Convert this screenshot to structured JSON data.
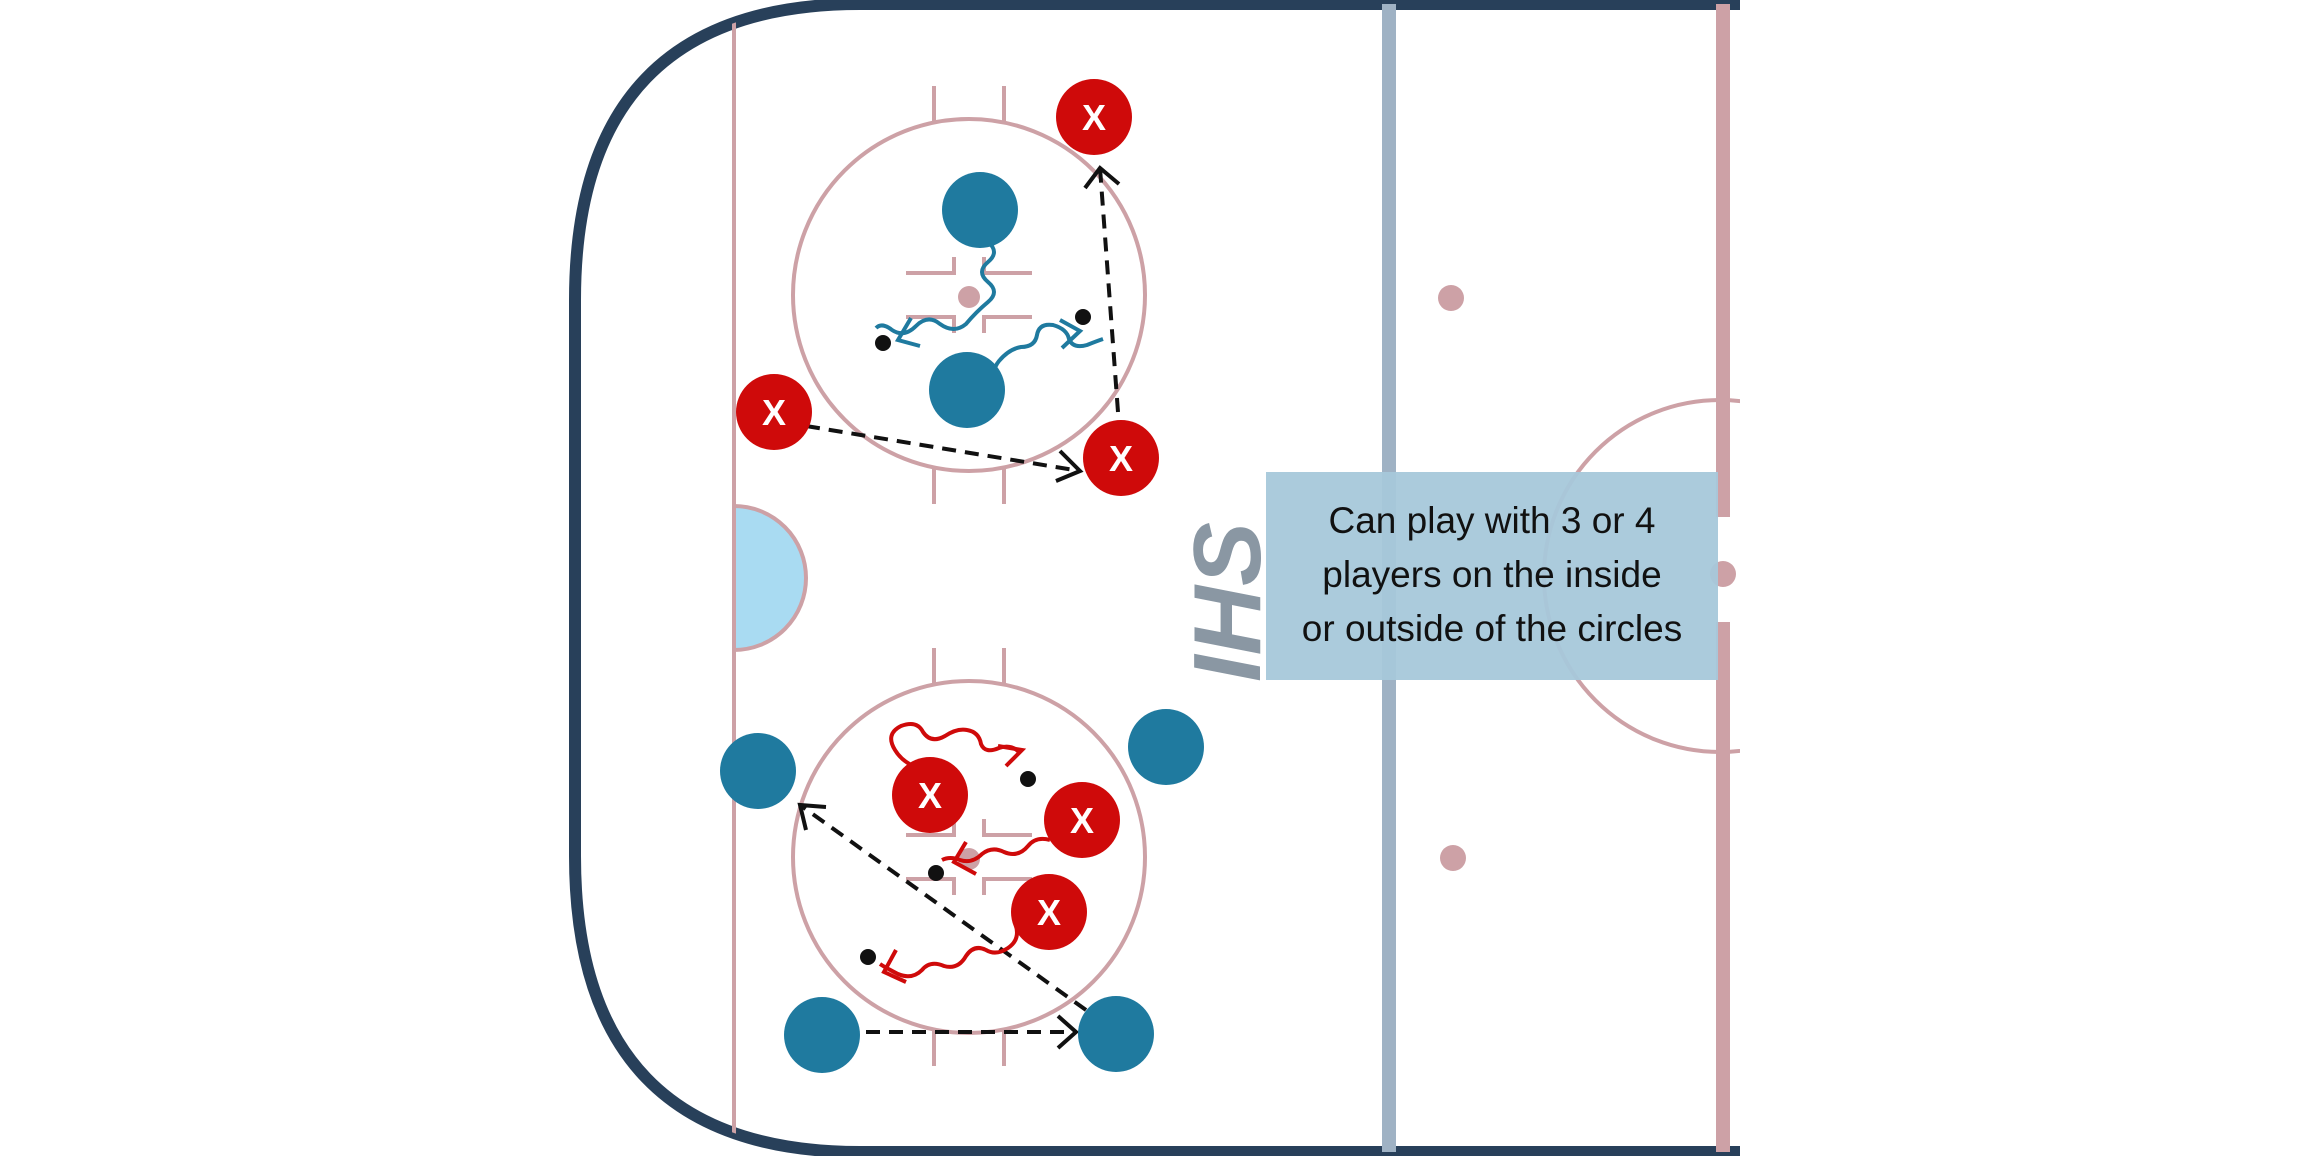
{
  "logo": {
    "text": "IHS"
  },
  "note": {
    "lines": [
      "Can play with 3 or 4",
      "players on the inside",
      "or outside of the circles"
    ]
  },
  "player_marker_label": "X",
  "colors": {
    "board": "#28405a",
    "rink_lines": "#cda1a6",
    "blue_line": "#9fb2c4",
    "crease": "#a9dbf2",
    "team_blue": "#1f7a9f",
    "team_red": "#cf0a0a",
    "note_box": "#a6c8da",
    "logo": "#8a97a3"
  }
}
